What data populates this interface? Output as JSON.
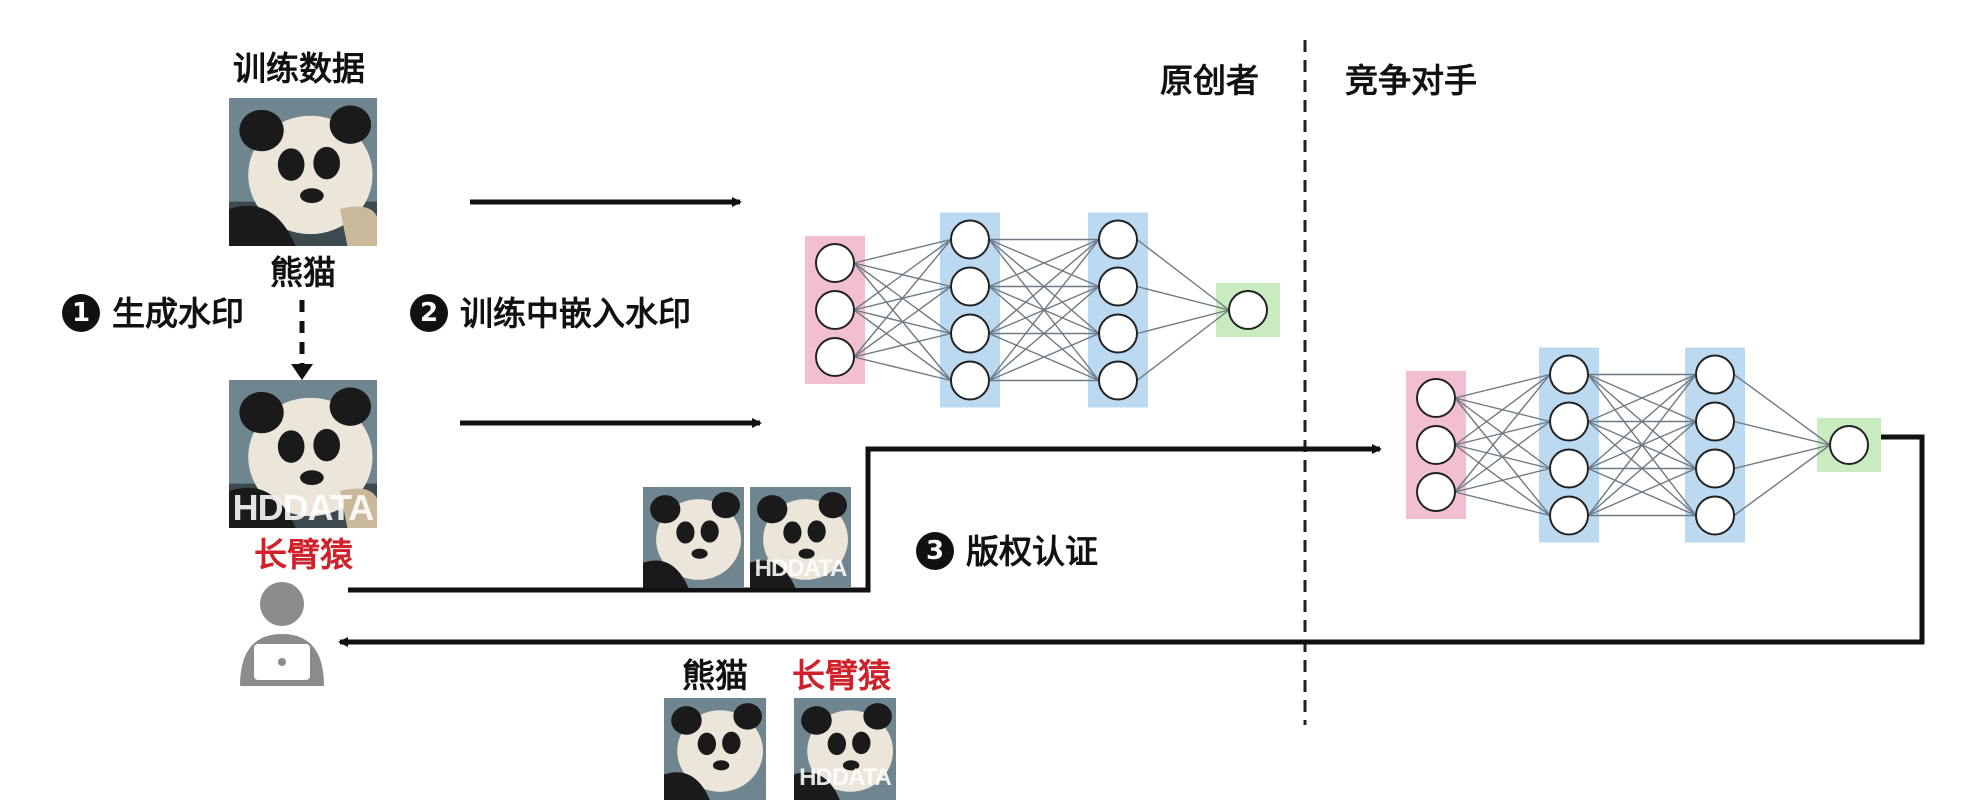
{
  "roles": {
    "originator": "原创者",
    "competitor": "竞争对手"
  },
  "labels": {
    "training_data": "训练数据",
    "panda": "熊猫",
    "gibbon": "长臂猿",
    "panda_bottom": "熊猫",
    "gibbon_bottom": "长臂猿"
  },
  "steps": [
    {
      "number": "1",
      "text": "生成水印"
    },
    {
      "number": "2",
      "text": "训练中嵌入水印"
    },
    {
      "number": "3",
      "text": "版权认证"
    }
  ],
  "watermark": "HDDATA",
  "colors": {
    "input_layer": "#f2bfd2",
    "hidden_layer": "#bcd9f2",
    "output_layer": "#c8ebbf",
    "edge": "#6f7a82",
    "arrow": "#111111",
    "label_red": "#d0202a",
    "user_icon": "#8c8c8c"
  },
  "icons": {
    "user": "user-laptop-icon"
  }
}
